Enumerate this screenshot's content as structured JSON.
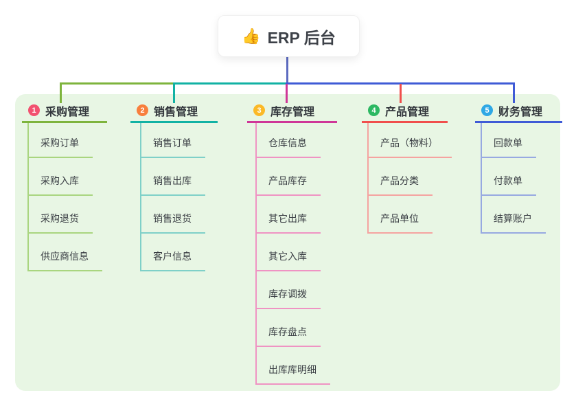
{
  "root": {
    "icon": "👍",
    "label": "ERP 后台"
  },
  "canvas": {
    "background": "#ffffff",
    "panel_background": "#e8f6e4",
    "root_line_color": "#5c6bc0"
  },
  "branches": [
    {
      "num": "1",
      "label": "采购管理",
      "accent": "#7eb43d",
      "light": "#a9d57f",
      "badge": "#f25270",
      "children": [
        "采购订单",
        "采购入库",
        "采购退货",
        "供应商信息"
      ]
    },
    {
      "num": "2",
      "label": "销售管理",
      "accent": "#12b2a4",
      "light": "#7fd0c8",
      "badge": "#f87f3d",
      "children": [
        "销售订单",
        "销售出库",
        "销售退货",
        "客户信息"
      ]
    },
    {
      "num": "3",
      "label": "库存管理",
      "accent": "#cf3798",
      "light": "#ef93c3",
      "badge": "#fbb927",
      "children": [
        "仓库信息",
        "产品库存",
        "其它出库",
        "其它入库",
        "库存调拨",
        "库存盘点",
        "出库库明细"
      ]
    },
    {
      "num": "4",
      "label": "产品管理",
      "accent": "#f04f4c",
      "light": "#f5a3a0",
      "badge": "#2cb862",
      "children": [
        "产品（物料）",
        "产品分类",
        "产品单位"
      ]
    },
    {
      "num": "5",
      "label": "财务管理",
      "accent": "#3f5bd6",
      "light": "#97a9e1",
      "badge": "#2fa8e5",
      "children": [
        "回款单",
        "付款单",
        "结算账户"
      ]
    }
  ]
}
